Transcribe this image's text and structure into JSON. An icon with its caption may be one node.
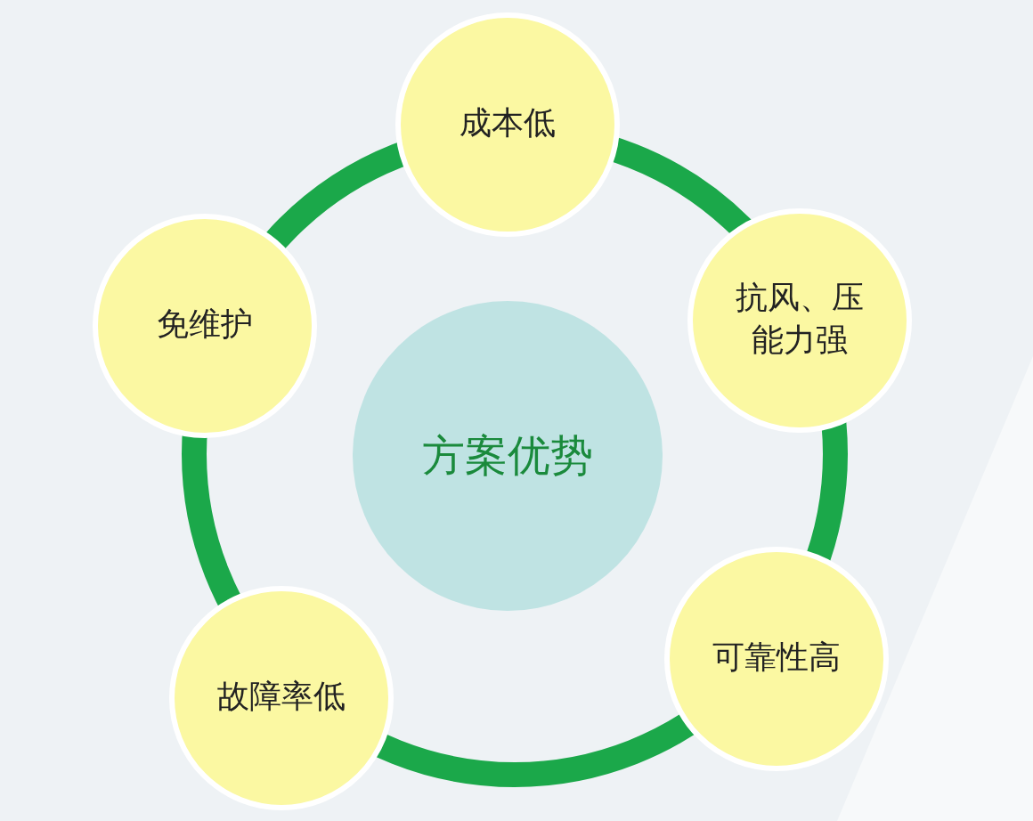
{
  "diagram": {
    "nodes": [
      {
        "text": [
          "方案优势"
        ]
      },
      {
        "text": [
          "成本低"
        ]
      },
      {
        "text": [
          "抗风、压能力强"
        ]
      },
      {
        "text": [
          "可靠性高"
        ]
      },
      {
        "text": [
          "故障率低"
        ]
      },
      {
        "text": [
          "免维护"
        ]
      }
    ]
  }
}
